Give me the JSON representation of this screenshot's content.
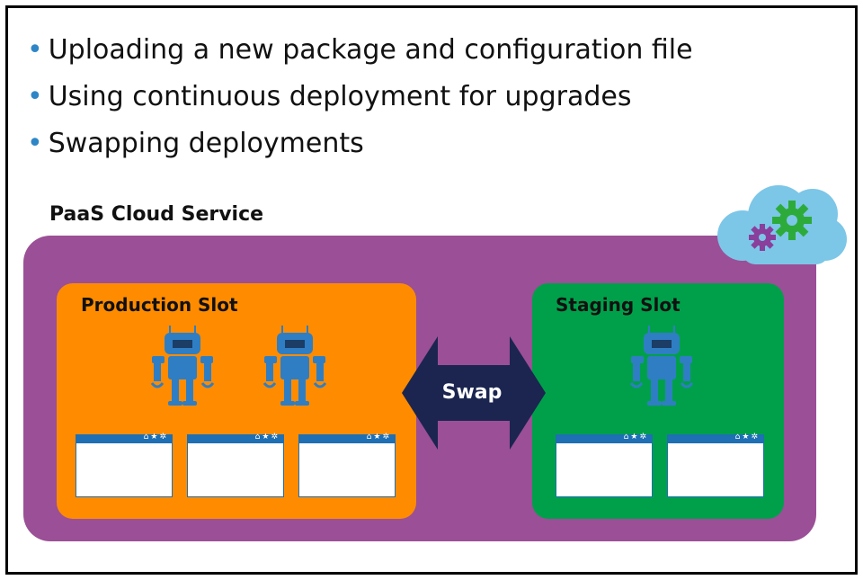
{
  "bullets": [
    "Uploading a new package and configuration file",
    "Using continuous deployment for upgrades",
    "Swapping deployments"
  ],
  "service": {
    "label": "PaaS Cloud Service"
  },
  "production": {
    "label": "Production Slot",
    "robots": 2,
    "windows": 3
  },
  "staging": {
    "label": "Staging Slot",
    "robots": 1,
    "windows": 2
  },
  "swap": {
    "label": "Swap"
  },
  "colors": {
    "service": "#9b4f96",
    "production": "#ff8c00",
    "staging": "#00a04a",
    "swap_arrow": "#1b2550",
    "robot": "#2f7ec4",
    "cloud": "#7cc6e8"
  }
}
